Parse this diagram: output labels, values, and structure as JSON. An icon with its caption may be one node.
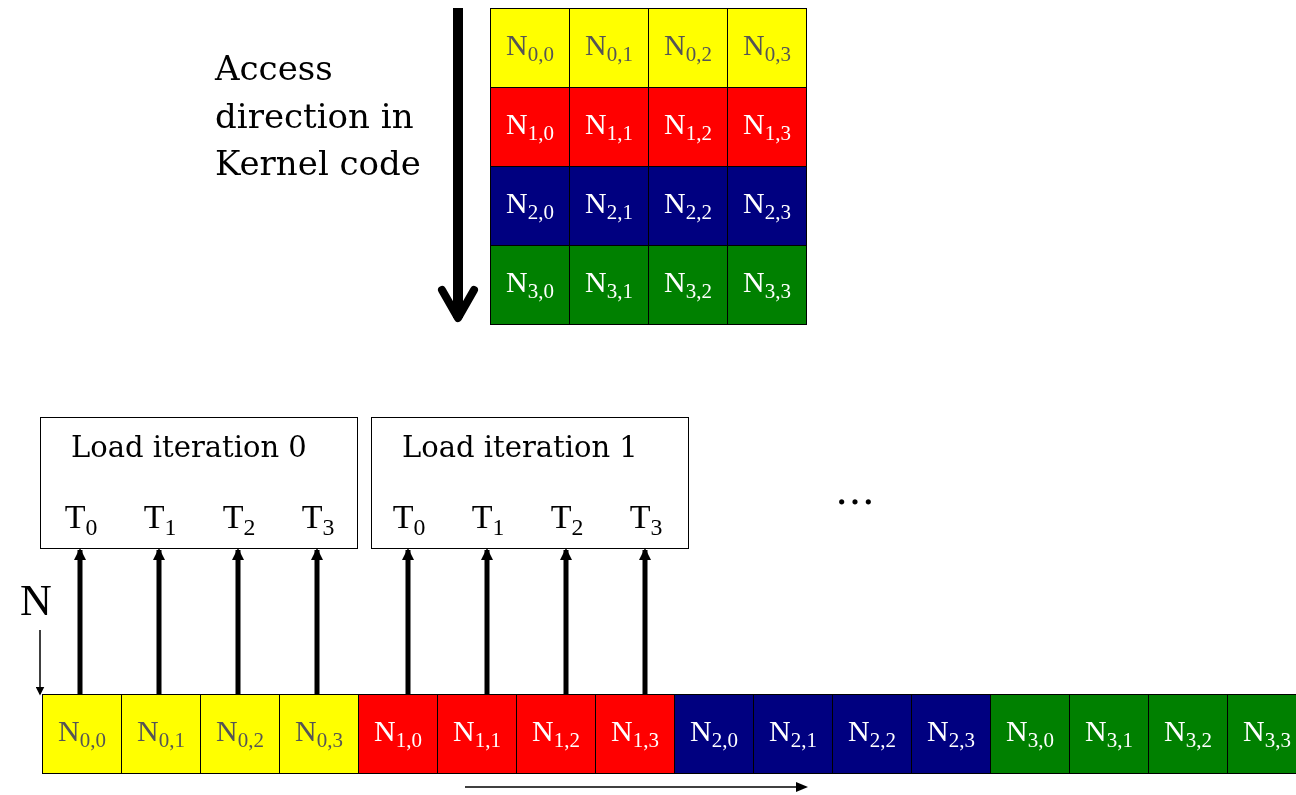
{
  "diagram": {
    "nodes": [
      {
        "text": [
          "N$_{0,0}$"
        ]
      },
      {
        "text": [
          "N$_{0,1}$"
        ]
      },
      {
        "text": [
          "N$_{0,2}$"
        ]
      },
      {
        "text": [
          "N$_{0,3}$"
        ]
      },
      {
        "text": [
          "N$_{1,0}$"
        ]
      },
      {
        "text": [
          "N$_{1,1}$"
        ]
      },
      {
        "text": [
          "N$_{1,2}$"
        ]
      },
      {
        "text": [
          "N$_{1,3}$"
        ]
      },
      {
        "text": [
          "N$_{2,0}$"
        ]
      },
      {
        "text": [
          "N$_{2,1}$"
        ]
      },
      {
        "text": [
          "N$_{2,2}$"
        ]
      },
      {
        "text": [
          "N$_{2,3}$"
        ]
      },
      {
        "text": [
          "N$_{3,0}$"
        ]
      },
      {
        "text": [
          "N$_{3,1}$"
        ]
      },
      {
        "text": [
          "N$_{3,2}$"
        ]
      },
      {
        "text": [
          "N$_{3,3}$"
        ]
      },
      {
        "text": [
          "Load iteration 0"
        ]
      },
      {
        "text": [
          "T$_{0}$"
        ],
        "in": 16
      },
      {
        "text": [
          "T$_{1}$"
        ],
        "in": 16
      },
      {
        "text": [
          "T$_{2}$"
        ],
        "in": 16
      },
      {
        "text": [
          "T$_{3}$"
        ],
        "in": 16
      },
      {
        "text": [
          "Load iteration 1"
        ]
      },
      {
        "text": [
          "T$_{0}$"
        ],
        "in": 21
      },
      {
        "text": [
          "T$_{1}$"
        ],
        "in": 21
      },
      {
        "text": [
          "T$_{2}$"
        ],
        "in": 21
      },
      {
        "text": [
          "T$_{3}$"
        ],
        "in": 21
      },
      {
        "text": [
          "N"
        ]
      },
      {
        "text": [
          "N$_{0,0}$"
        ]
      },
      {
        "text": [
          "N$_{0,1}$"
        ]
      },
      {
        "text": [
          "N$_{0,2}$"
        ]
      },
      {
        "text": [
          "N$_{0,3}$"
        ]
      },
      {
        "text": [
          "N$_{1,0}$"
        ]
      },
      {
        "text": [
          "N$_{1,1}$"
        ]
      },
      {
        "text": [
          "N$_{1,2}$"
        ]
      },
      {
        "text": [
          "N$_{1,3}$"
        ]
      },
      {
        "text": [
          "N$_{2,0}$"
        ]
      },
      {
        "text": [
          "N$_{2,1}$"
        ]
      },
      {
        "text": [
          "N$_{2,2}$"
        ]
      },
      {
        "text": [
          "N$_{2,3}$"
        ]
      },
      {
        "text": [
          "N$_{3,0}$"
        ]
      },
      {
        "text": [
          "N$_{3,1}$"
        ]
      },
      {
        "text": [
          "N$_{3,2}$"
        ]
      },
      {
        "text": [
          "N$_{3,3}$"
        ]
      }
    ],
    "edges": [
      {
        "from": 27,
        "to": 17,
        "arrow": "to"
      },
      {
        "from": 28,
        "to": 18,
        "arrow": "to"
      },
      {
        "from": 29,
        "to": 19,
        "arrow": "to"
      },
      {
        "from": 30,
        "to": 20,
        "arrow": "to"
      },
      {
        "from": 31,
        "to": 22,
        "arrow": "to"
      },
      {
        "from": 32,
        "to": 23,
        "arrow": "to"
      },
      {
        "from": 33,
        "to": 24,
        "arrow": "to"
      },
      {
        "from": 34,
        "to": 25,
        "arrow": "to"
      },
      {
        "from": 26,
        "to": 27,
        "arrow": "to"
      }
    ],
    "labels": [
      "Access direction in Kernel code",
      "…"
    ]
  }
}
